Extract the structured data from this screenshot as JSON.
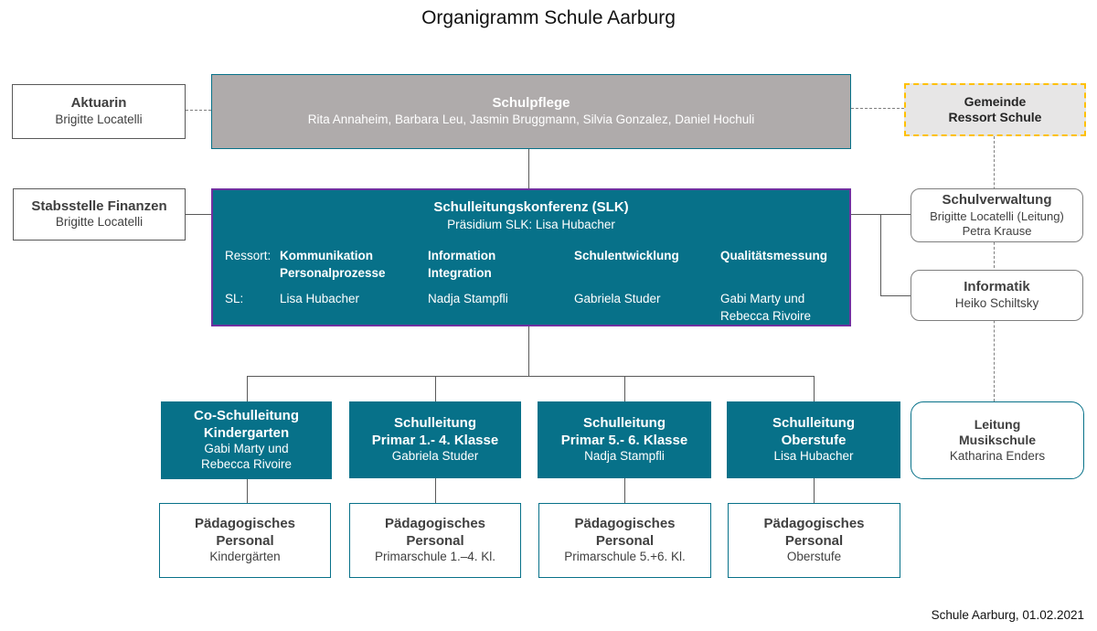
{
  "page": {
    "title": "Organigramm Schule Aarburg",
    "footer": "Schule Aarburg, 01.02.2021"
  },
  "colors": {
    "teal": "#077189",
    "gray_fill": "#afabab",
    "light_gray_fill": "#e7e6e6",
    "gold_border": "#ffc000",
    "purple_border": "#7030a0",
    "solid_line": "#595959",
    "dashed_line": "#7f7f7f",
    "dark_text": "#404040"
  },
  "nodes": {
    "aktuarin": {
      "title": "Aktuarin",
      "person": "Brigitte Locatelli"
    },
    "schulpflege": {
      "title": "Schulpflege",
      "members": "Rita Annaheim, Barbara Leu, Jasmin Bruggmann, Silvia Gonzalez, Daniel Hochuli"
    },
    "gemeinde": {
      "title_line1": "Gemeinde",
      "title_line2": "Ressort Schule"
    },
    "stabsstelle": {
      "title": "Stabsstelle Finanzen",
      "person": "Brigitte Locatelli"
    },
    "slk": {
      "title": "Schulleitungskonferenz (SLK)",
      "subtitle": "Präsidium SLK: Lisa Hubacher",
      "row_label_ressort": "Ressort:",
      "row_label_sl": "SL:",
      "columns": [
        {
          "ressort_line1": "Kommunikation",
          "ressort_line2": "Personalprozesse",
          "sl_line1": "Lisa Hubacher",
          "sl_line2": ""
        },
        {
          "ressort_line1": "Information",
          "ressort_line2": "Integration",
          "sl_line1": "Nadja Stampfli",
          "sl_line2": ""
        },
        {
          "ressort_line1": "Schulentwicklung",
          "ressort_line2": "",
          "sl_line1": "Gabriela Studer",
          "sl_line2": ""
        },
        {
          "ressort_line1": "Qualitätsmessung",
          "ressort_line2": "",
          "sl_line1": "Gabi Marty und",
          "sl_line2": "Rebecca Rivoire"
        }
      ]
    },
    "schulverwaltung": {
      "title": "Schulverwaltung",
      "person_line1": "Brigitte Locatelli (Leitung)",
      "person_line2": "Petra Krause"
    },
    "informatik": {
      "title": "Informatik",
      "person": "Heiko Schiltsky"
    },
    "musikschule": {
      "title_line1": "Leitung",
      "title_line2": "Musikschule",
      "person": "Katharina Enders"
    },
    "schulleitungen": [
      {
        "title_line1": "Co-Schulleitung",
        "title_line2": "Kindergarten",
        "person_line1": "Gabi Marty und",
        "person_line2": "Rebecca Rivoire"
      },
      {
        "title_line1": "Schulleitung",
        "title_line2": "Primar 1.- 4. Klasse",
        "person_line1": "Gabriela Studer",
        "person_line2": ""
      },
      {
        "title_line1": "Schulleitung",
        "title_line2": "Primar 5.- 6. Klasse",
        "person_line1": "Nadja Stampfli",
        "person_line2": ""
      },
      {
        "title_line1": "Schulleitung",
        "title_line2": "Oberstufe",
        "person_line1": "Lisa Hubacher",
        "person_line2": ""
      }
    ],
    "personal": [
      {
        "title_line1": "Pädagogisches",
        "title_line2": "Personal",
        "subtitle": "Kindergärten"
      },
      {
        "title_line1": "Pädagogisches",
        "title_line2": "Personal",
        "subtitle": "Primarschule 1.–4. Kl."
      },
      {
        "title_line1": "Pädagogisches",
        "title_line2": "Personal",
        "subtitle": "Primarschule 5.+6. Kl."
      },
      {
        "title_line1": "Pädagogisches",
        "title_line2": "Personal",
        "subtitle": "Oberstufe"
      }
    ]
  }
}
